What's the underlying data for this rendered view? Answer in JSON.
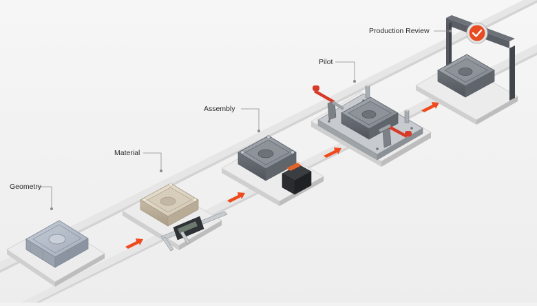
{
  "stages": [
    {
      "id": "geometry",
      "label": "Geometry"
    },
    {
      "id": "material",
      "label": "Material"
    },
    {
      "id": "assembly",
      "label": "Assembly"
    },
    {
      "id": "pilot",
      "label": "Pilot"
    },
    {
      "id": "production",
      "label": "Production Review"
    }
  ],
  "colors": {
    "background": "#f2f2f2",
    "track": "#e4e4e4",
    "platform": "#e9e9e9",
    "part_gray": "#8a8f96",
    "part_beige": "#ddd3c2",
    "arrow": "#ee4a1d",
    "clamp_red": "#d63b2a",
    "gate": "#4a4e55",
    "badge": "#e84c22"
  },
  "icons": {
    "flow_arrow": "arrow-right-icon",
    "approval_badge": "checkmark-icon"
  }
}
